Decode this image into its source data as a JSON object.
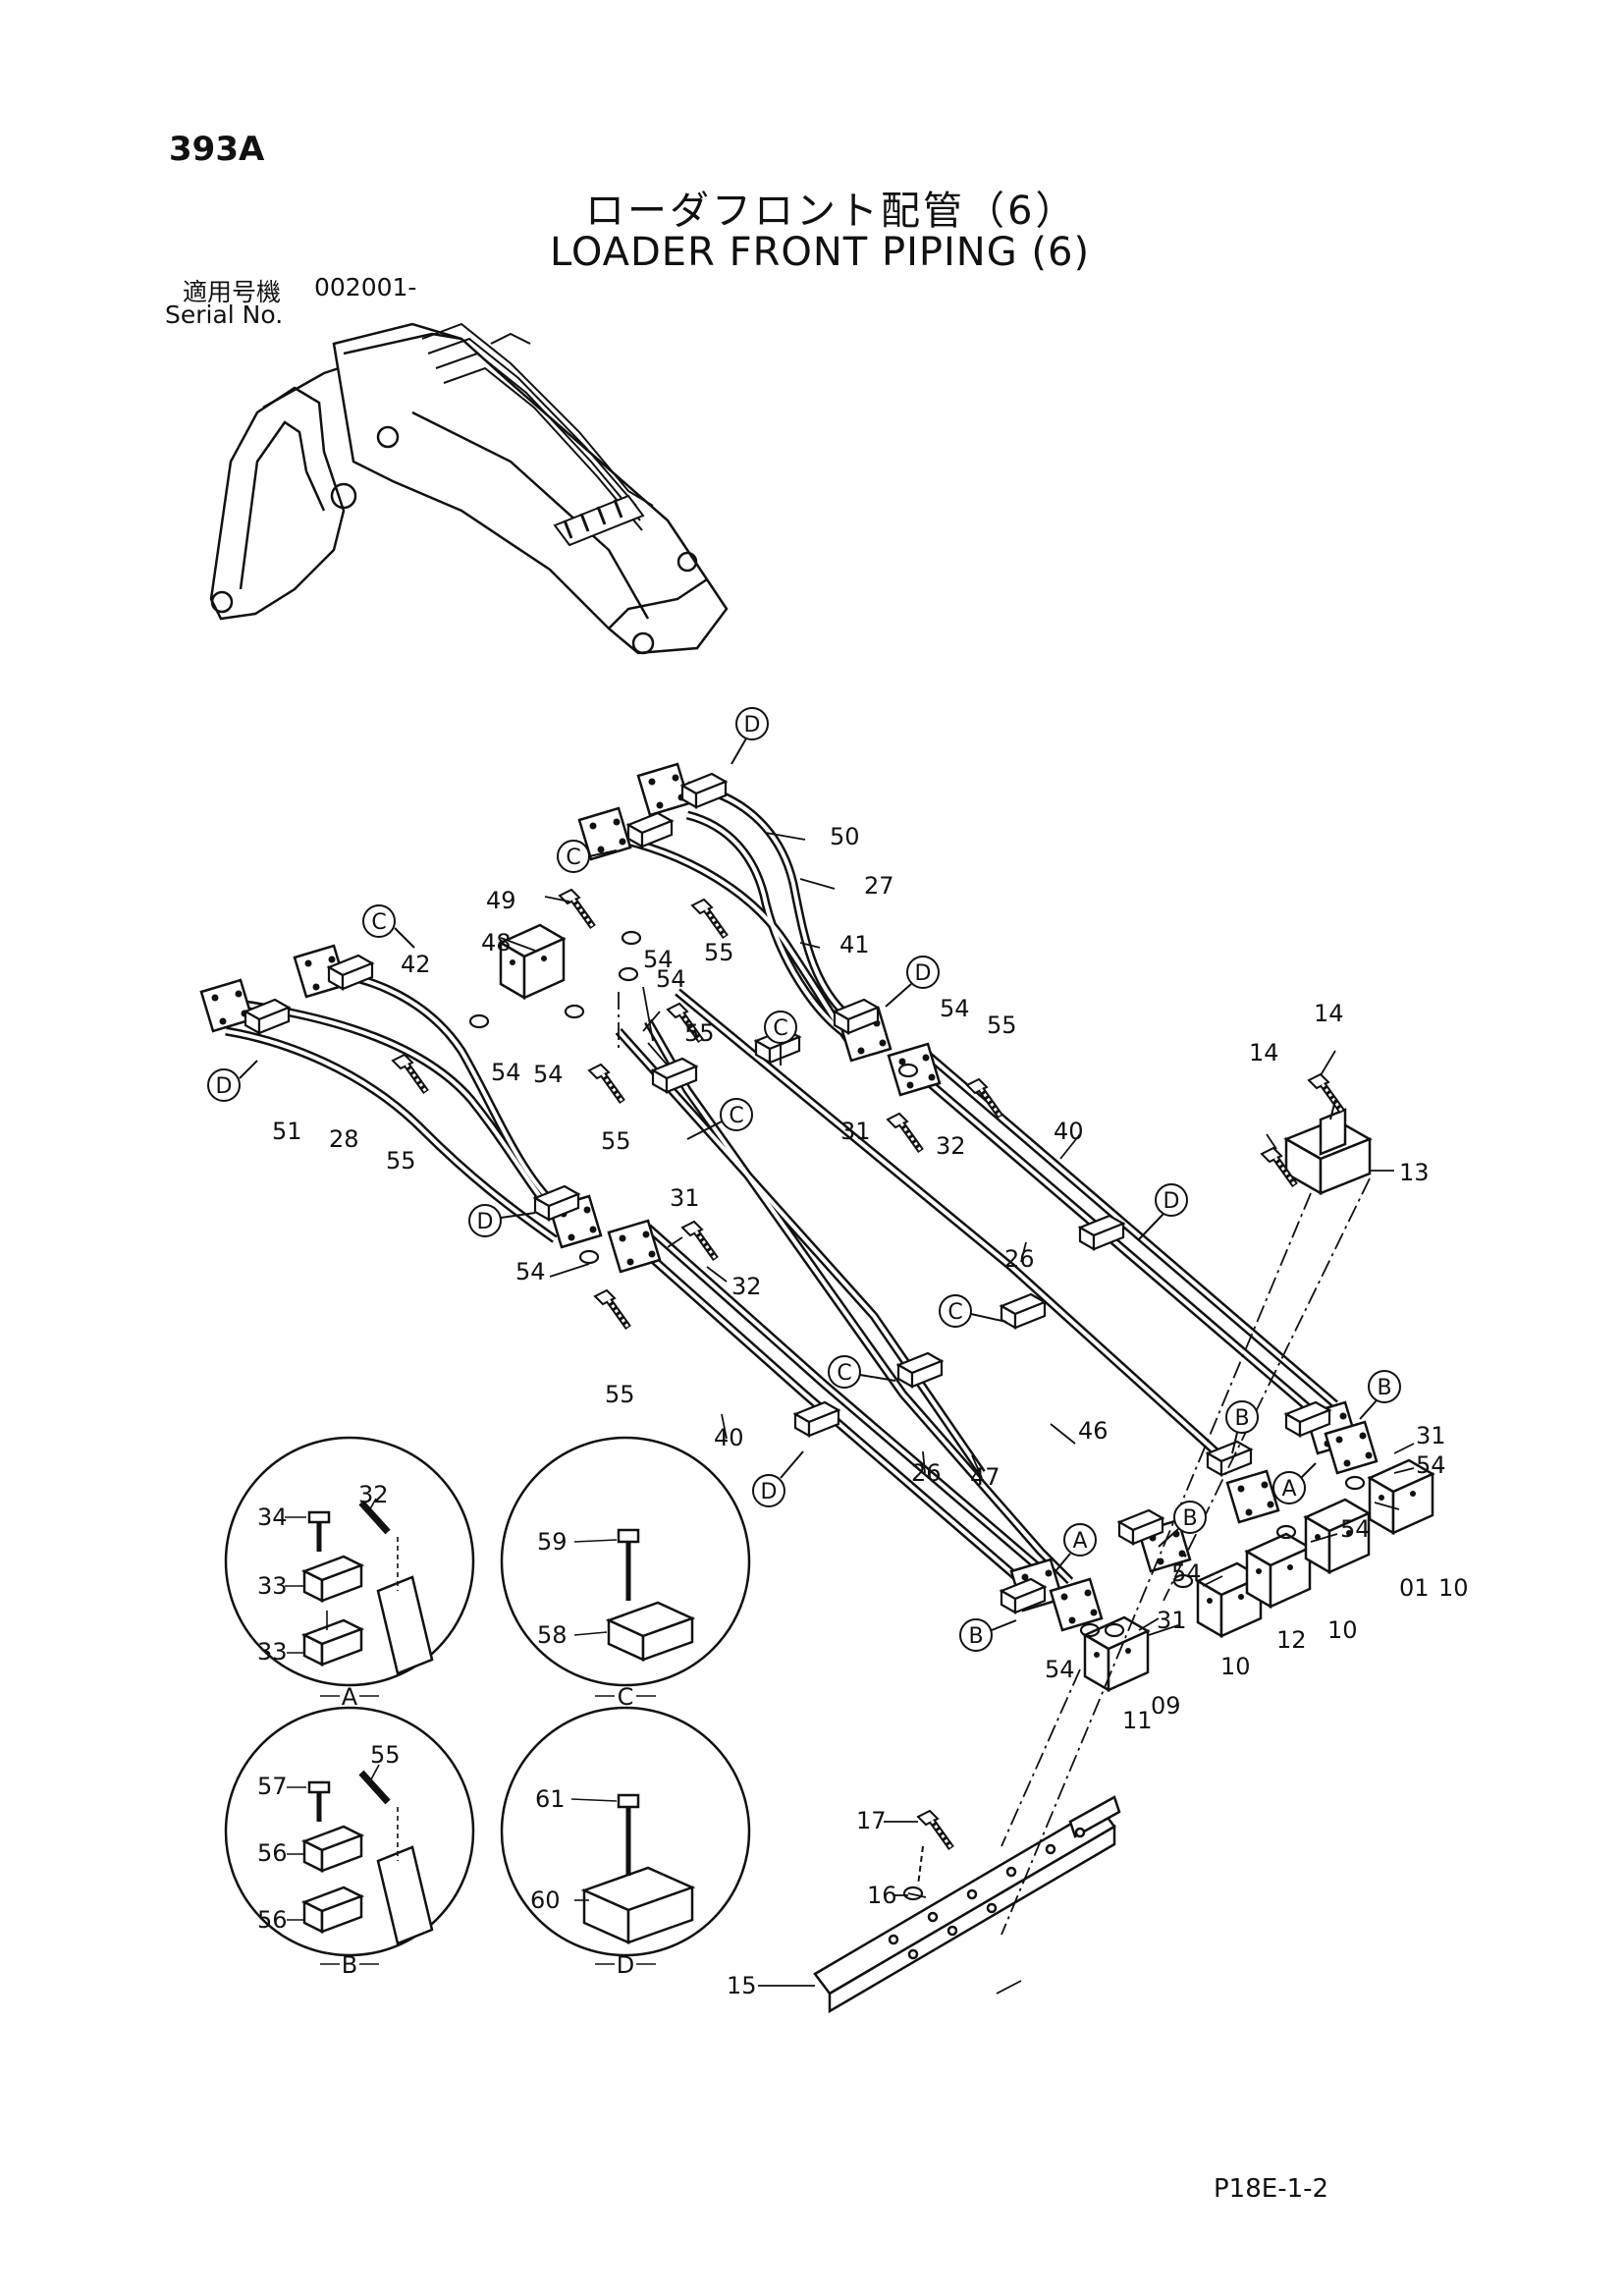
{
  "header": {
    "page_code": "393A",
    "title_jp": "ローダフロント配管（6）",
    "title_en": "LOADER FRONT PIPING (6)",
    "serial_label_jp": "適用号機",
    "serial_label_en": "Serial No.",
    "serial_value": "002001-"
  },
  "footer": {
    "page_ref": "P18E-1-2"
  },
  "callouts": {
    "c01": "01",
    "c09": "09",
    "c10": "10",
    "c11": "11",
    "c12": "12",
    "c13": "13",
    "c14": "14",
    "c15": "15",
    "c16": "16",
    "c17": "17",
    "c26": "26",
    "c27": "27",
    "c28": "28",
    "c31": "31",
    "c32": "32",
    "c33": "33",
    "c34": "34",
    "c40": "40",
    "c41": "41",
    "c42": "42",
    "c46": "46",
    "c47": "47",
    "c48": "48",
    "c49": "49",
    "c50": "50",
    "c51": "51",
    "c54": "54",
    "c55": "55",
    "c56": "56",
    "c57": "57",
    "c58": "58",
    "c59": "59",
    "c60": "60",
    "c61": "61"
  },
  "clamp_markers": {
    "A": "A",
    "B": "B",
    "C": "C",
    "D": "D"
  },
  "detail_views": {
    "A": {
      "label": "A"
    },
    "B": {
      "label": "B"
    },
    "C": {
      "label": "C"
    },
    "D": {
      "label": "D"
    }
  }
}
